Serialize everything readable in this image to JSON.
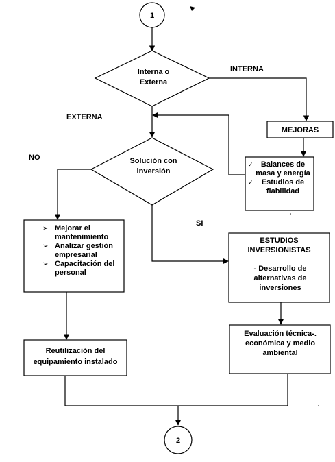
{
  "start_connector": "1",
  "end_connector": "2",
  "decision1": {
    "line1": "Interna o",
    "line2": "Externa"
  },
  "decision2": {
    "line1": "Solución con",
    "line2": "inversión"
  },
  "edge_labels": {
    "interna": "INTERNA",
    "externa": "EXTERNA",
    "no": "NO",
    "si": "SI"
  },
  "mejoras": "MEJORAS",
  "balances": [
    "Balances de masa y energía",
    "Estudios de fiabilidad"
  ],
  "mantenimiento": [
    "Mejorar el mantenimiento",
    "Analizar gestión empresarial",
    "Capacitación del personal"
  ],
  "reutilizacion": "Reutilización del equipamiento instalado",
  "estudios": {
    "title": "ESTUDIOS INVERSIONISTAS",
    "body": "- Desarrollo de alternativas de inversiones"
  },
  "evaluacion": "Evaluación técnica-. económica y medio ambiental"
}
